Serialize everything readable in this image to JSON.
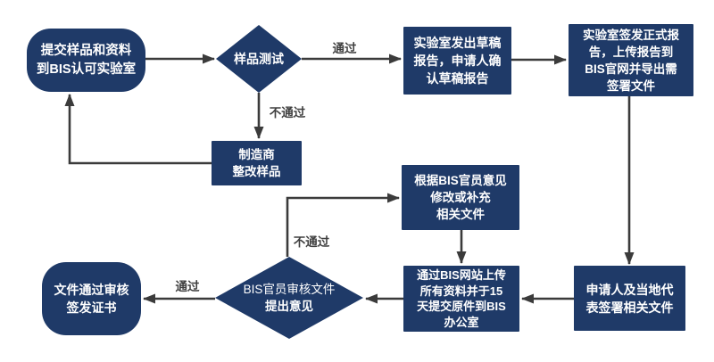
{
  "colors": {
    "node_fill": "#1f3a68",
    "node_text": "#ffffff",
    "connector": "#3b3b3b",
    "background": "#ffffff"
  },
  "nodes": {
    "submit": {
      "shape": "rounded",
      "lines": [
        "提交样品和资料",
        "到BIS认可实验室"
      ]
    },
    "sample_test": {
      "shape": "diamond",
      "lines": [
        "样品测试"
      ]
    },
    "draft_report": {
      "shape": "rect",
      "lines": [
        "实验室发出草稿",
        "报告，申请人确",
        "认草稿报告"
      ]
    },
    "formal_report": {
      "shape": "rect",
      "lines": [
        "实验室签发正式报",
        "告，上传报告到",
        "BIS官网并导出需",
        "签署文件"
      ]
    },
    "rectify": {
      "shape": "rect",
      "lines": [
        "制造商",
        "整改样品"
      ]
    },
    "revise": {
      "shape": "rect",
      "lines": [
        "根据BIS官员意见",
        "修改或补充",
        "相关文件"
      ]
    },
    "upload": {
      "shape": "rect",
      "lines": [
        "通过BIS网站上传",
        "所有资料并于15",
        "天提交原件到BIS",
        "办公室"
      ]
    },
    "sign_docs": {
      "shape": "rect",
      "lines": [
        "申请人及当地代",
        "表签署相关文件"
      ]
    },
    "officer_review": {
      "shape": "diamond",
      "lines": [
        "BIS官员审核文件",
        "提出意见"
      ]
    },
    "certificate": {
      "shape": "rounded",
      "lines": [
        "文件通过审核",
        "签发证书"
      ]
    }
  },
  "edge_labels": {
    "test_pass": "通过",
    "test_fail": "不通过",
    "review_fail": "不通过",
    "review_pass": "通过"
  }
}
